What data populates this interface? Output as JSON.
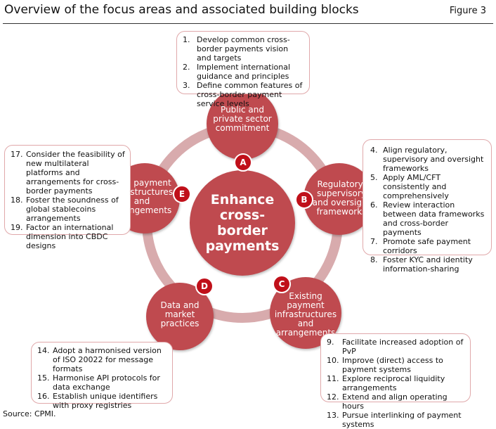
{
  "header": {
    "title": "Overview of the focus areas and associated building blocks",
    "figure_label": "Figure 3"
  },
  "center": {
    "lines": [
      "Enhance",
      "cross-",
      "border",
      "payments"
    ]
  },
  "areas": [
    {
      "badge": "A",
      "lines": [
        "Public and",
        "private sector",
        "commitment"
      ]
    },
    {
      "badge": "B",
      "lines": [
        "Regulatory,",
        "supervisory",
        "and oversight",
        "frameworks"
      ]
    },
    {
      "badge": "C",
      "lines": [
        "Existing",
        "payment",
        "infrastructures",
        "and",
        "arrangements"
      ]
    },
    {
      "badge": "D",
      "lines": [
        "Data and",
        "market",
        "practices"
      ]
    },
    {
      "badge": "E",
      "lines": [
        "New payment",
        "infrastructures",
        "and",
        "arrangements"
      ]
    }
  ],
  "boxes": {
    "a": [
      {
        "num": "1.",
        "text": "Develop common cross-border payments vision and targets"
      },
      {
        "num": "2.",
        "text": "Implement international guidance and principles"
      },
      {
        "num": "3.",
        "text": "Define common features of cross-border payment service levels"
      }
    ],
    "b": [
      {
        "num": "4.",
        "text": "Align regulatory, supervisory and oversight frameworks"
      },
      {
        "num": "5.",
        "text": "Apply AML/CFT consistently and comprehensively"
      },
      {
        "num": "6.",
        "text": "Review interaction between data frameworks and cross-border payments"
      },
      {
        "num": "7.",
        "text": "Promote safe payment corridors"
      },
      {
        "num": "8.",
        "text": "Foster KYC and identity information-sharing"
      }
    ],
    "c": [
      {
        "num": "9.",
        "text": "Facilitate increased adoption of PvP"
      },
      {
        "num": "10.",
        "text": "Improve (direct) access to payment systems"
      },
      {
        "num": "11.",
        "text": "Explore reciprocal liquidity arrangements"
      },
      {
        "num": "12.",
        "text": "Extend and align operating hours"
      },
      {
        "num": "13.",
        "text": "Pursue interlinking of payment systems"
      }
    ],
    "d": [
      {
        "num": "14.",
        "text": "Adopt a harmonised version of ISO 20022 for message formats"
      },
      {
        "num": "15.",
        "text": "Harmonise API protocols for data exchange"
      },
      {
        "num": "16.",
        "text": "Establish unique identifiers with proxy registries"
      }
    ],
    "e": [
      {
        "num": "17.",
        "text": "Consider the feasibility of new multilateral platforms and arrangements for cross-border payments"
      },
      {
        "num": "18.",
        "text": "Foster the soundness of global stablecoins arrangements"
      },
      {
        "num": "19.",
        "text": "Factor an international dimension into CBDC designs"
      }
    ]
  },
  "source": "Source: CPMI."
}
